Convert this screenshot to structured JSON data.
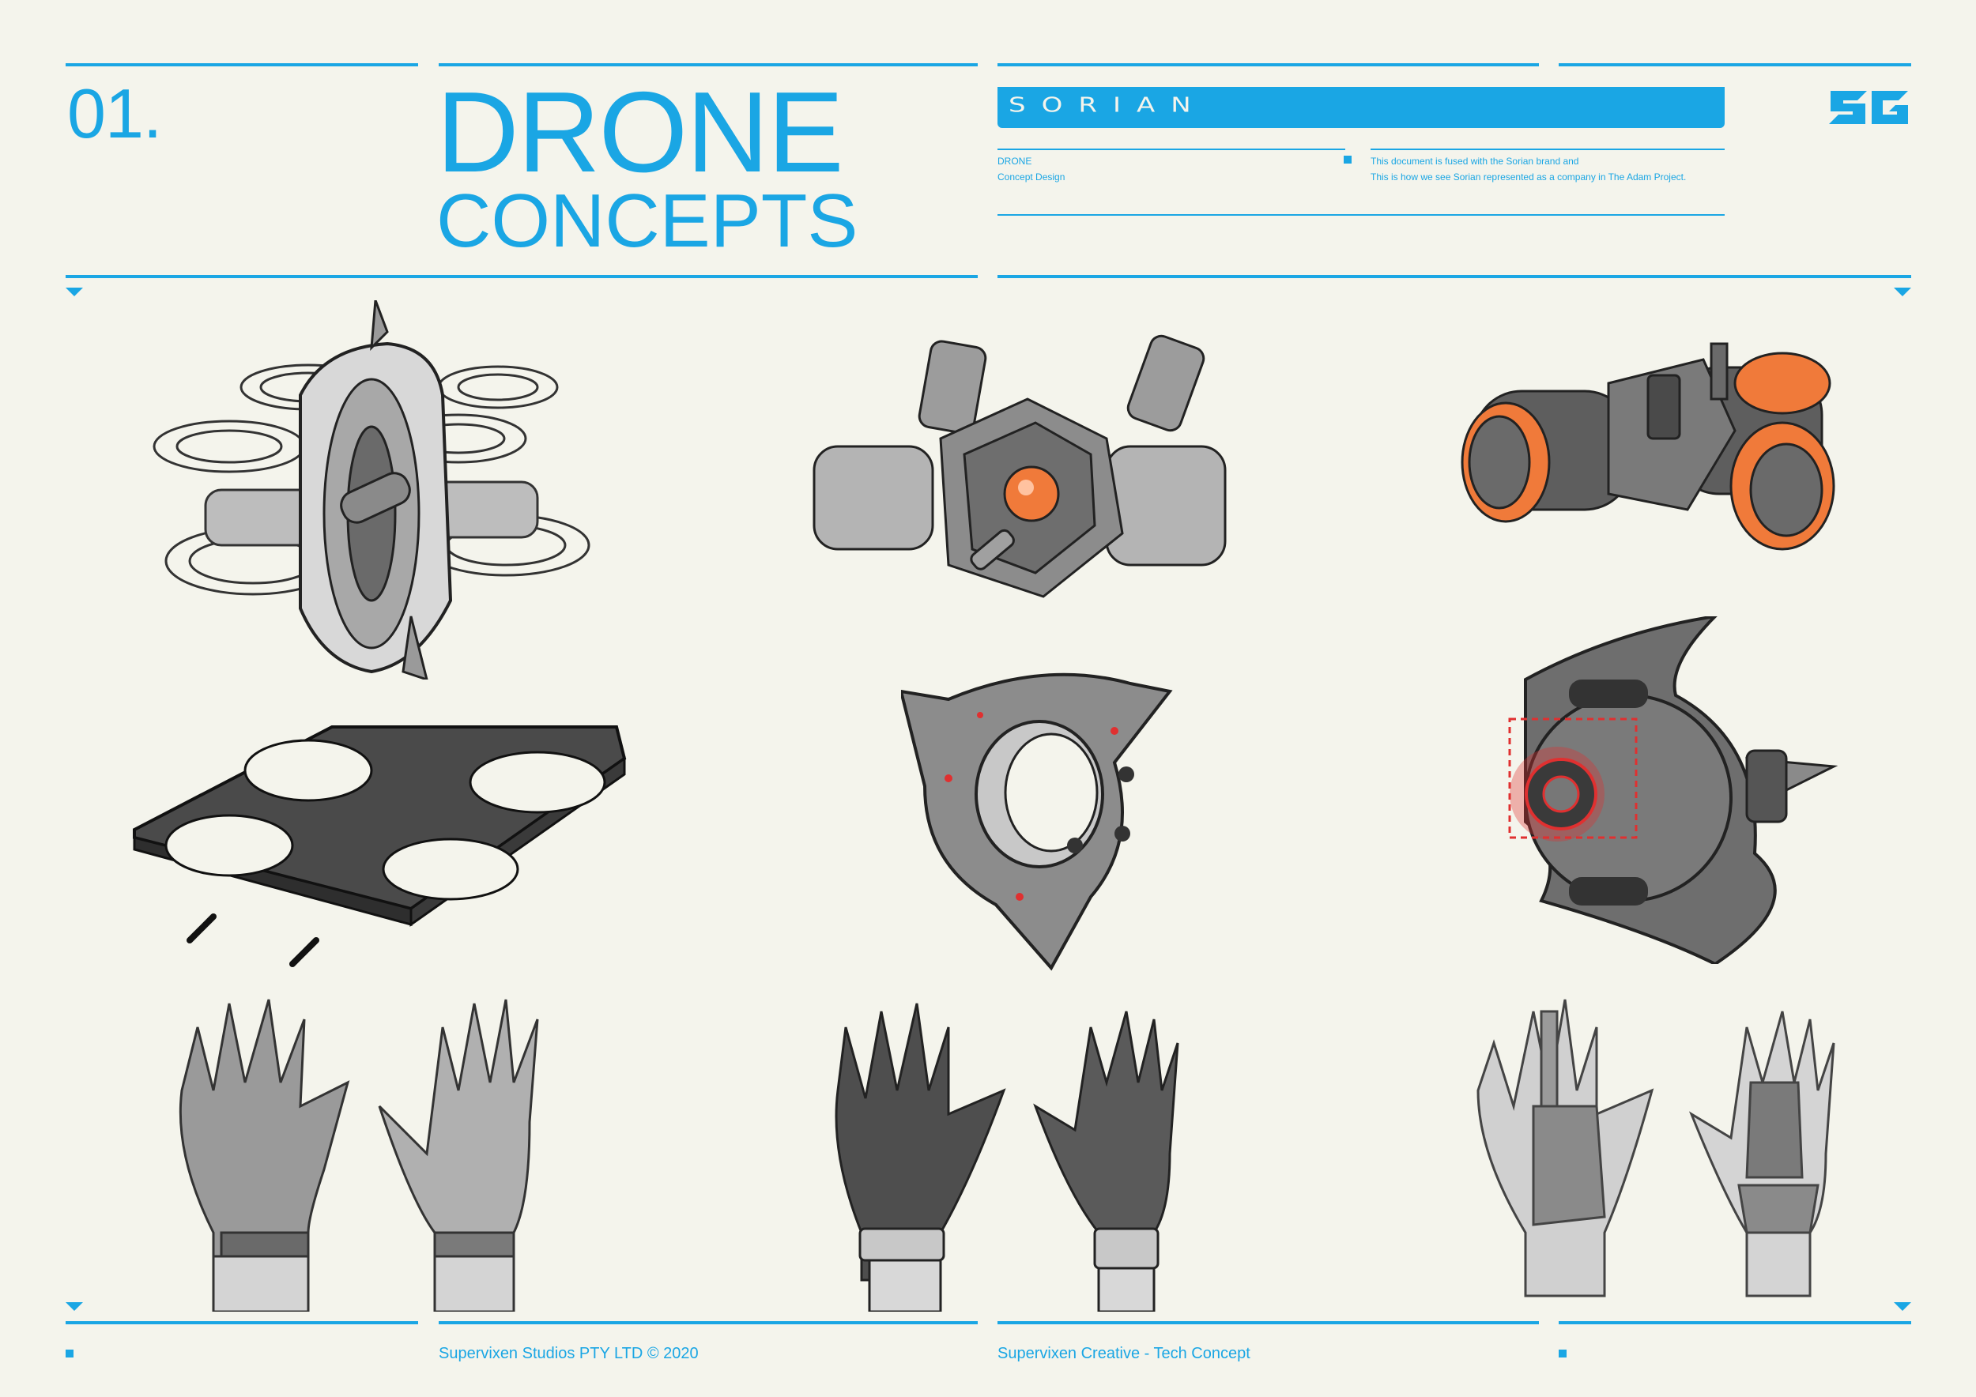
{
  "header": {
    "number": "01.",
    "title_line1": "DRONE",
    "title_line2": "CONCEPTS",
    "brand_name": "SORIAN",
    "meta_line1": "DRONE",
    "meta_line2": "Concept Design",
    "note_line1": "This document is fused with the Sorian brand and",
    "note_line2": "This is how we see Sorian represented as a company in The Adam Project."
  },
  "footer": {
    "left_text": "Supervixen Studios PTY LTD © 2020",
    "right_text": "Supervixen Creative - Tech Concept"
  },
  "colors": {
    "accent": "#1aa6e4",
    "background": "#f4f4ec",
    "highlight_orange": "#f07a3a",
    "highlight_red": "#e03030"
  },
  "artwork": [
    "quadcopter-drone-sketch",
    "twin-cylinder-drone-sketch",
    "orange-cylinder-drone-sketch",
    "flat-plate-drone-sketch",
    "ring-drone-sketch",
    "red-eye-drone-sketch",
    "armored-glove-pair-sketch",
    "strapped-glove-pair-sketch",
    "hand-brace-glove-pair-sketch"
  ]
}
